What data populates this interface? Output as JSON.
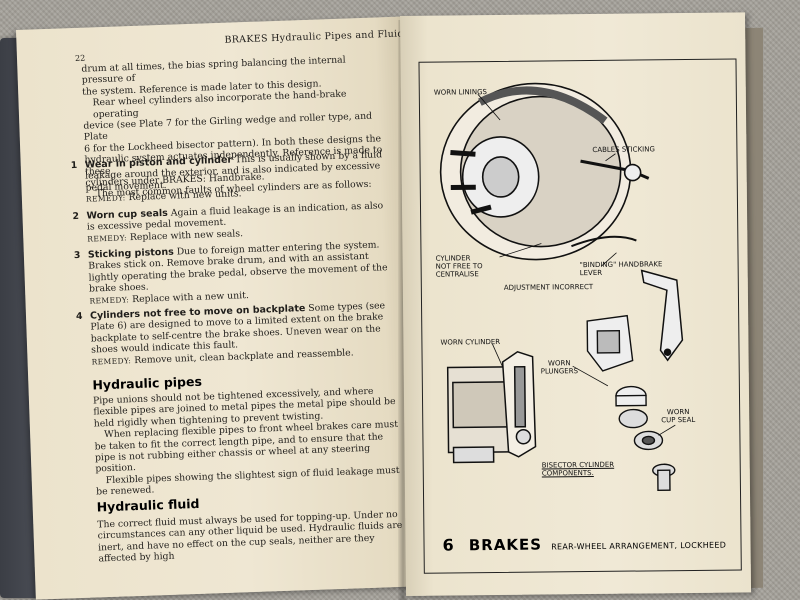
{
  "left_page": {
    "running_head": "BRAKES  Hydraulic Pipes and Fluid",
    "page_number": "22",
    "intro_lines": [
      "drum at all times, the bias spring balancing the internal pressure of",
      "the system. Reference is made later to this design.",
      "Rear wheel cylinders also incorporate the hand-brake operating",
      "device (see Plate 7 for the Girling wedge and roller type, and Plate",
      "6 for the Lockheed bisector pattern). In both these designs the",
      "hydraulic system actuates independently. Reference is made to these",
      "cylinders under BRAKES: Handbrake.",
      "The most common faults of wheel cylinders are as follows:"
    ],
    "faults": [
      {
        "number": "1",
        "title": "Wear in piston and cylinder",
        "text": "This is usually shown by a fluid leakage around the exterior, and is also indicated by excessive pedal movement.",
        "remedy": "Replace with new units."
      },
      {
        "number": "2",
        "title": "Worn cup seals",
        "text": "Again a fluid leakage is an indication, as also is excessive pedal movement.",
        "remedy": "Replace with new seals."
      },
      {
        "number": "3",
        "title": "Sticking pistons",
        "text": "Due to foreign matter entering the system. Brakes stick on. Remove brake drum, and with an assistant lightly operating the brake pedal, observe the movement of the brake shoes.",
        "remedy": "Replace with a new unit."
      },
      {
        "number": "4",
        "title": "Cylinders not free to move on backplate",
        "text": "Some types (see Plate 6) are designed to move to a limited extent on the brake backplate to self-centre the brake shoes. Uneven wear on the shoes would indicate this fault.",
        "remedy": "Remove unit, clean backplate and reassemble."
      }
    ],
    "remedy_label": "REMEDY:",
    "section1_heading": "Hydraulic pipes",
    "section1_paras": [
      "Pipe unions should not be tightened excessively, and where flexible pipes are joined to metal pipes the metal pipe should be held rigidly when tightening to prevent twisting.",
      "When replacing flexible pipes to front wheel brakes care must be taken to fit the correct length pipe, and to ensure that the pipe is not rubbing either chassis or wheel at any steering position.",
      "Flexible pipes showing the slightest sign of fluid leakage must be renewed."
    ],
    "section2_heading": "Hydraulic fluid",
    "section2_paras": [
      "The correct fluid must always be used for topping-up. Under no circumstances can any other liquid be used. Hydraulic fluids are inert, and have no effect on the cup seals, neither are they affected by high"
    ]
  },
  "right_page": {
    "labels": {
      "worn_linings": "WORN LININGS",
      "cables_sticking": "CABLES STICKING",
      "cylinder_not_free": "CYLINDER\nNOT FREE TO\nCENTRALISE",
      "binding_handbrake": "\"BINDING\" HANDBRAKE\nLEVER",
      "adjustment_incorrect": "ADJUSTMENT INCORRECT",
      "worn_cylinder": "WORN CYLINDER",
      "worn_plungers": "WORN\nPLUNGERS",
      "worn_cup_seal": "WORN\nCUP SEAL",
      "bisector_components": "BISECTOR CYLINDER\nCOMPONENTS."
    },
    "plate_number": "6",
    "plate_title": "BRAKES",
    "plate_subtitle": "REAR-WHEEL ARRANGEMENT, LOCKHEED"
  }
}
